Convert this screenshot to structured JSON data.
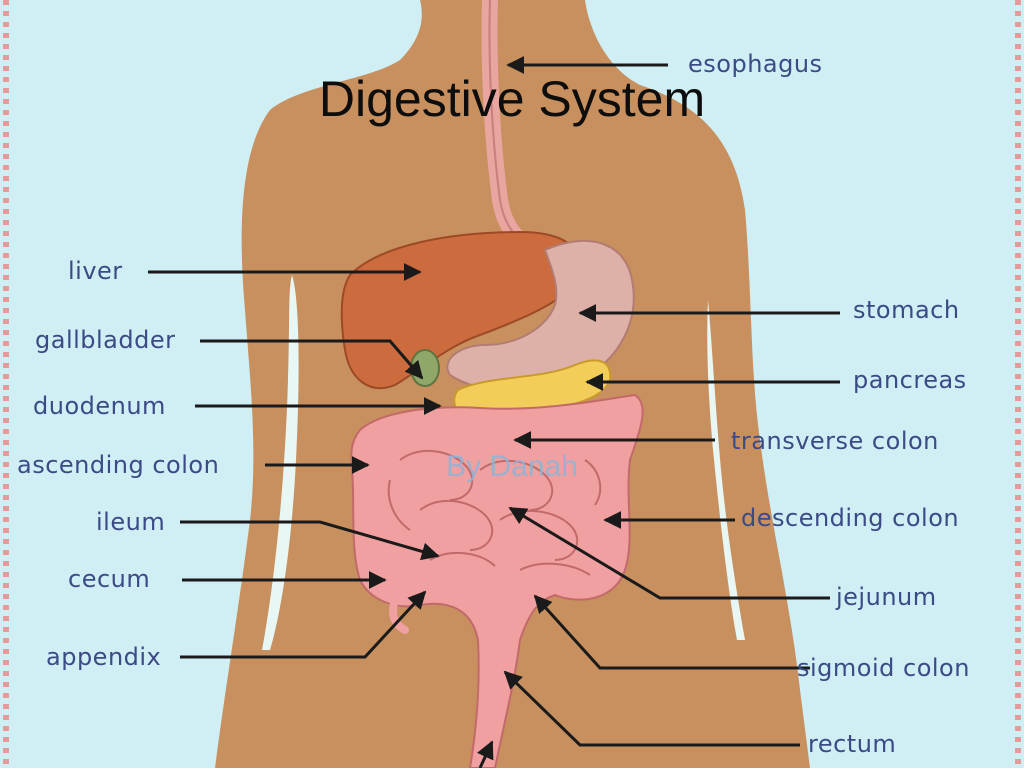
{
  "slide": {
    "title": "Digestive System",
    "subtitle": "By Danah"
  },
  "diagram": {
    "labels_left": {
      "liver": "liver",
      "gallbladder": "gallbladder",
      "duodenum": "duodenum",
      "ascending_colon": "ascending colon",
      "ileum": "ileum",
      "cecum": "cecum",
      "appendix": "appendix"
    },
    "labels_right": {
      "esophagus": "esophagus",
      "stomach": "stomach",
      "pancreas": "pancreas",
      "transverse_colon": "transverse colon",
      "descending_colon": "descending colon",
      "jejunum": "jejunum",
      "sigmoid_colon": "sigmoid colon",
      "rectum": "rectum"
    }
  },
  "colors": {
    "background": "#cfeff5",
    "skin": "#c8905e",
    "liver": "#cc6b3d",
    "stomach": "#ddb0a8",
    "pancreas": "#f2cd5a",
    "intestine": "#f0a0a0",
    "label_text": "#3c4a86",
    "arrow": "#1a1a1a"
  }
}
